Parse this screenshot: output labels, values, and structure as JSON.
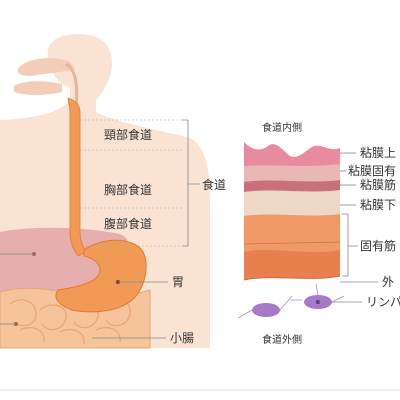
{
  "colors": {
    "skin": "#fbe3d3",
    "skin_dark": "#f3cdb8",
    "esophagus": "#f19a55",
    "esophagus_dark": "#e07a33",
    "liver": "#e3a8a8",
    "intestine": "#f5c49a",
    "mucosa": "#e88aa0",
    "muscle": "#ea8a55",
    "lymph": "#a779c9"
  },
  "anatomy": {
    "cervical": "頸部食道",
    "thoracic": "胸部食道",
    "abdominal": "腹部食道",
    "esophagus": "食道",
    "stomach": "胃",
    "small_intestine": "小腸"
  },
  "wall": {
    "inner": "食道内側",
    "outer": "食道外側",
    "layers": [
      "粘膜上",
      "粘膜固有",
      "粘膜筋",
      "粘膜下",
      "固有筋",
      "外",
      "リンパ"
    ]
  }
}
